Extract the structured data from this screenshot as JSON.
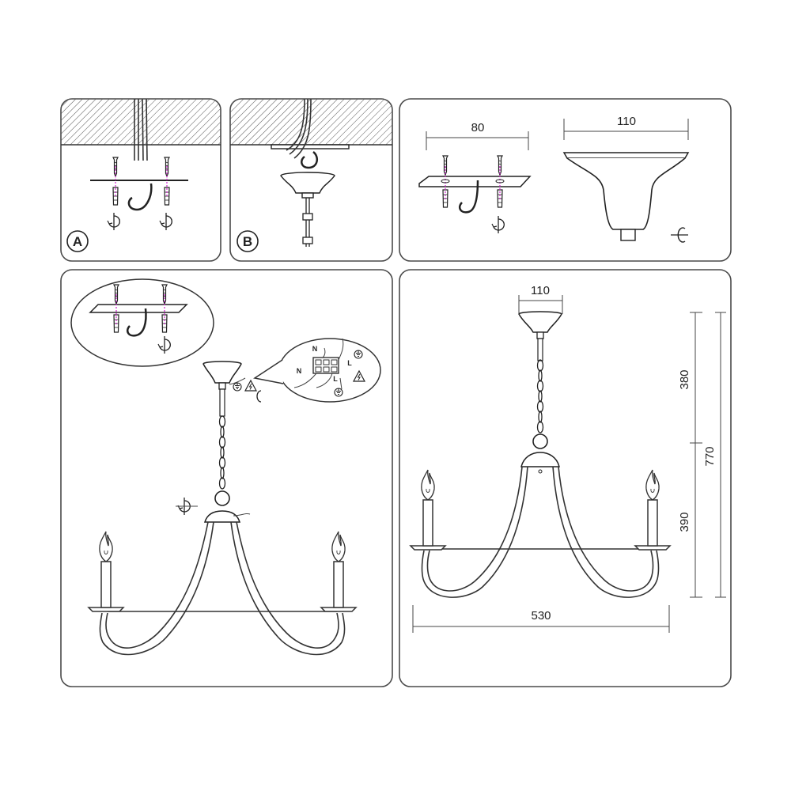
{
  "steps": {
    "a": {
      "label": "A"
    },
    "b": {
      "label": "B"
    }
  },
  "dimensions": {
    "bracket_width": "80",
    "canopy_width_detail": "110",
    "canopy_width_overall": "110",
    "chain_height": "380",
    "body_height": "390",
    "total_height": "770",
    "total_width": "530"
  },
  "wiring": {
    "neutral_top": "N",
    "neutral_left": "N",
    "live_top": "L",
    "live_bottom": "L"
  },
  "colors": {
    "outline": "#333333",
    "panel_border": "#4a4a4a",
    "screw_accent": "#d020d0",
    "ceiling_hatch": "#555555"
  },
  "icons": [
    "ceiling-hatch",
    "screw-icon",
    "hook-icon",
    "rotate-icon",
    "ground-icon",
    "warning-icon",
    "terminal-block-icon",
    "wire-bundle-icon"
  ]
}
